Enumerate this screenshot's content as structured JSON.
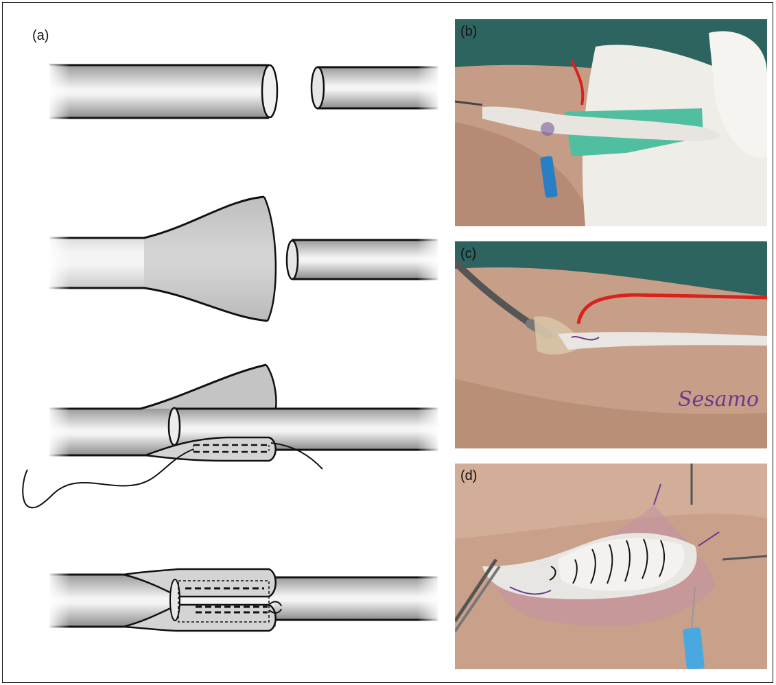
{
  "panels": {
    "a": {
      "label": "(a)"
    },
    "b": {
      "label": "(b)"
    },
    "c": {
      "label": "(c)",
      "handwriting": "Sesamo"
    },
    "d": {
      "label": "(d)"
    }
  },
  "colors": {
    "tube_dark": "#8e8e8e",
    "tube_light": "#f2f2f2",
    "flare_fill": "#c7c7c7",
    "outline": "#111111",
    "drape_green": "#2f6b63",
    "skin": "#c9a08a",
    "tendon": "#e6e2de",
    "marker_purple": "#6a3a8e",
    "wire_red": "#d8221b",
    "needle_blue": "#2a7fc4",
    "gauze": "#f2f0ec",
    "drape_mint": "#4fbfa0"
  }
}
